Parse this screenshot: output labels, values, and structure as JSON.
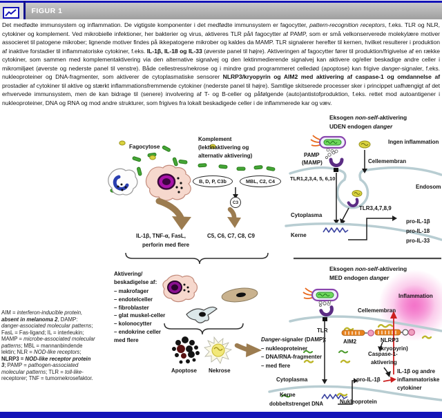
{
  "colors": {
    "navy": "#1414b8",
    "header_gray": "#b4b4b4",
    "brown": "#9c7c50",
    "membrane": "#b8cdd2",
    "bacteria_green": "#44a636",
    "virus_yellow": "#d9d23e",
    "tlr_purple": "#5b2d84",
    "red": "#cc1f1f",
    "glow_pink": "#ee6fc0",
    "cell_pink": "#f6d8cd",
    "nucleus_magenta": "#8c1192",
    "inflammasome_orange": "#e8821e",
    "inflammasome_pink": "#f0a0c0",
    "text": "#1a1a1a"
  },
  "header": {
    "title": "FIGUR 1",
    "icon": "line-chart-icon"
  },
  "caption": {
    "segments": [
      {
        "t": "Det medfødte immunsystem og inflammation. De vigtigste komponenter i det medfødte immunsystem er fagocytter, "
      },
      {
        "t": "pattern-recognition receptors",
        "s": "i"
      },
      {
        "t": ", f.eks. TLR og NLR, cytokiner og komplement. Ved mikrobielle infektioner, her bakterier og virus, aktiveres TLR på/i fagocytter af PAMP, som er små velkonserverede molekylære motiver associeret til patogene mikrober; lignende motiver findes på ikkepatogene mikrober og kaldes da MAMP. TLR signalerer herefter til kernen, hvilket resulterer i produktion af inaktive forstadier til inflammatoriske cytokiner, f.eks. "
      },
      {
        "t": "IL-1β, IL-18 og IL-33",
        "s": "b"
      },
      {
        "t": " (øverste panel til højre). Aktiveringen af fagocytter fører til produktion/frigivelse af en række cytokiner, som sammen med komplementaktivering via den alternative signalvej og den lektinmedierende signalvej kan aktivere og/eller beskadige andre celler i mikromiljøet (øverste og nederste panel til venstre). Både cellestress/nekrose og i mindre grad programmeret celledød (apoptose) kan frigive "
      },
      {
        "t": "danger",
        "s": "i"
      },
      {
        "t": "-signaler, f.eks. nukleoproteiner og DNA-fragmenter, som aktiverer de cytoplasmatiske sensorer "
      },
      {
        "t": "NLRP3/kryopyrin og AIM2 med aktivering af caspase-1 og omdannelse af",
        "s": "b"
      },
      {
        "t": " prostadier af cytokiner til aktive og stærkt inflammationsfremmende cytokiner (nederste panel til højre). Samtlige skitserede processer sker i princippet uafhængigt af det erhvervede immunsystem, men de kan bidrage til (senere) involvering af T- og B-celler og påfølgende (auto)antistofproduktion, f.eks. rettet mod autoantigener i nukleoproteiner, DNA og RNA og mod andre strukturer, som frigives fra lokalt beskadigede celler i de inflammerede kar og væv."
      }
    ]
  },
  "abbreviations": {
    "segments": [
      {
        "t": "AIM = "
      },
      {
        "t": "interferon-inducible protein, ",
        "s": "i"
      },
      {
        "t": "absent in melanoma 2",
        "s": "bi"
      },
      {
        "t": ", DAMP: "
      },
      {
        "t": "danger-associated molecular patterns",
        "s": "i"
      },
      {
        "t": "; FasL = Fas-ligand; IL = interleukin; MAMP = "
      },
      {
        "t": "microbe-associated molecular patterns",
        "s": "i"
      },
      {
        "t": "; MBL = mannanbindende lektin; NLR = "
      },
      {
        "t": "NOD-like receptors",
        "s": "i"
      },
      {
        "t": "; "
      },
      {
        "t": "NLRP3 = ",
        "s": "b"
      },
      {
        "t": "NOD-like receptor protein 3",
        "s": "bi"
      },
      {
        "t": "; PAMP = "
      },
      {
        "t": "pathogen-associated molecular patterns",
        "s": "i"
      },
      {
        "t": "; TLR = "
      },
      {
        "t": "toll-like",
        "s": "i"
      },
      {
        "t": "-receptorer; TNF = tumornekrosefaktor."
      }
    ]
  },
  "diagram": {
    "left_top": {
      "fagocytose_label": "Fagocytose",
      "komplement_lines": [
        "Komplement",
        "(lektinaktivering og",
        "alternativ aktivering)"
      ],
      "complement_oval_alt": "B, D, P, C3b",
      "complement_oval_lectin": "MBL, C2, C4",
      "c3_label": "C3",
      "cytokine_line1": "IL-1β, TNF-α, FasL,",
      "cytokine_line2": "perforin med flere",
      "terminal_complement": "C5, C6, C7, C8, C9"
    },
    "left_bottom": {
      "activation_line1": "Aktivering/",
      "activation_line2": "beskadigelse af:",
      "activation_items": [
        "– makrofager",
        "– endotelceller",
        "– fibroblaster",
        "– glat muskel-celler",
        "– kolonocytter",
        "– endokrine celler",
        "med flere"
      ],
      "apoptose_label": "Apoptose",
      "nekrose_label": "Nekrose",
      "damp_title": [
        {
          "t": "Danger",
          "s": "i"
        },
        {
          "t": "-signaler (DAMP):"
        }
      ],
      "damp_items": [
        "– nukleoproteiner",
        "– DNA/RNA-fragmenter",
        "– med flere"
      ]
    },
    "right_top": {
      "title1": [
        {
          "t": "Eksogen "
        },
        {
          "t": "non-self",
          "s": "i"
        },
        {
          "t": "-aktivering"
        }
      ],
      "title2": [
        {
          "t": "UDEN endogen "
        },
        {
          "t": "danger",
          "s": "i"
        }
      ],
      "pamp_line1": "PAMP",
      "pamp_line2": "(MAMP)",
      "no_inflammation": "Ingen inflammation",
      "cellemembran": "Cellemembran",
      "tlr_surface": "TLR1,2,3,4, 5, 6,10",
      "endosom": "Endosom",
      "tlr_endosomal": "TLR3,4,7,8,9",
      "cytoplasma": "Cytoplasma",
      "kerne": "Kerne",
      "pro_cytokines": [
        "pro-IL-1β",
        "pro-IL-18",
        "pro-IL-33"
      ]
    },
    "right_bottom": {
      "title1": [
        {
          "t": "Eksogen "
        },
        {
          "t": "non-self",
          "s": "i"
        },
        {
          "t": "-aktivering"
        }
      ],
      "title2": [
        {
          "t": "MED endogen "
        },
        {
          "t": "danger",
          "s": "i"
        }
      ],
      "inflammation": "Inflammation",
      "cellemembran": "Cellemembran",
      "tlr": "TLR",
      "aim2": "AIM2",
      "nlrp3": "NLRP3",
      "kryopyrin": "(kryopyrin)",
      "caspase_line1": "Caspase-1-",
      "caspase_line2": "aktivering",
      "pro_il1b": "pro-IL-1β",
      "il1b_lines": [
        "IL-1β og andre",
        "inflammatoriske",
        "cytokiner"
      ],
      "cytoplasma": "Cytoplasma",
      "kerne": "Kerne",
      "dsdna": "dobbeltstrenget DNA",
      "nukleoprotein": "Nukleoprotein"
    }
  }
}
